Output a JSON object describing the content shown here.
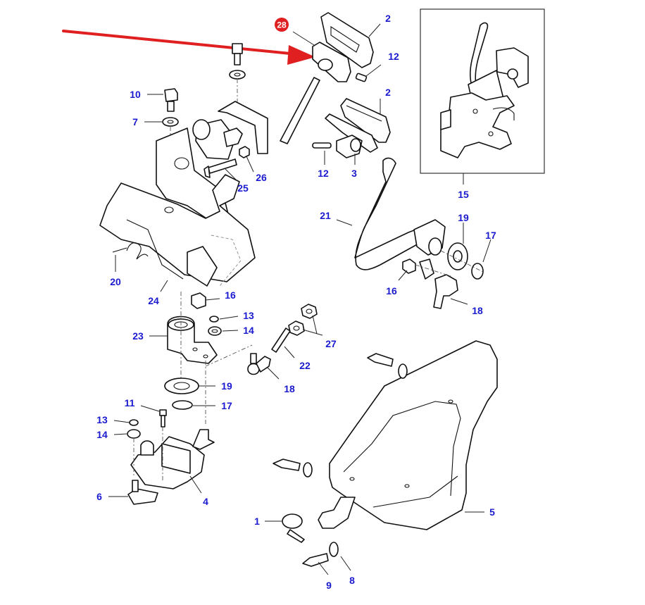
{
  "title": "Parts exploded diagram",
  "label_color": "#1a1ad0",
  "highlight": {
    "badge_label": "28",
    "badge_color": "#e02020",
    "arrow_color": "#e02020"
  },
  "callouts": {
    "c1": "1",
    "c2a": "2",
    "c2b": "2",
    "c3": "3",
    "c4": "4",
    "c5": "5",
    "c6": "6",
    "c7": "7",
    "c8": "8",
    "c9": "9",
    "c10": "10",
    "c11": "11",
    "c12a": "12",
    "c12b": "12",
    "c13a": "13",
    "c13b": "13",
    "c14a": "14",
    "c14b": "14",
    "c15": "15",
    "c16a": "16",
    "c16b": "16",
    "c17a": "17",
    "c17b": "17",
    "c18a": "18",
    "c18b": "18",
    "c19a": "19",
    "c19b": "19",
    "c20": "20",
    "c21": "21",
    "c22": "22",
    "c23": "23",
    "c24": "24",
    "c25": "25",
    "c26": "26",
    "c27": "27"
  }
}
